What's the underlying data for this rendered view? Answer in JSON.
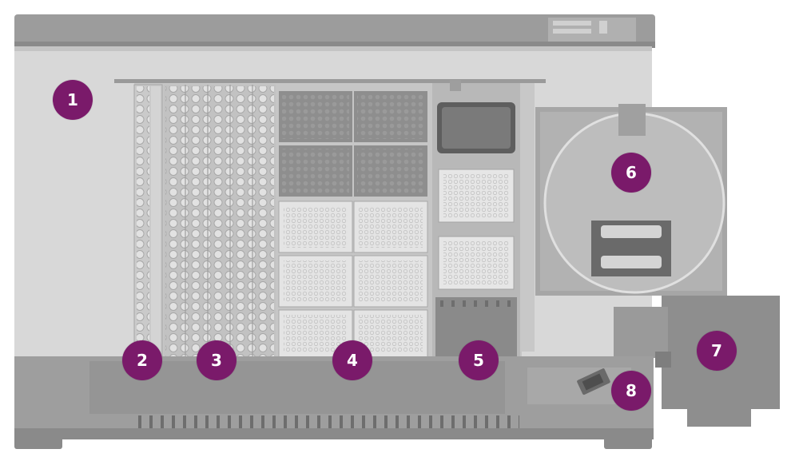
{
  "colors": {
    "callout": "#7a1a6a",
    "callout_text": "#ffffff",
    "instrument_light": "#d6d6d6",
    "instrument_mid": "#b4b4b4",
    "instrument_dark": "#8a8a8a"
  },
  "callouts": [
    {
      "id": "deck-area",
      "label": "1"
    },
    {
      "id": "narrow-rack",
      "label": "2"
    },
    {
      "id": "tube-racks",
      "label": "3"
    },
    {
      "id": "plate-positions",
      "label": "4"
    },
    {
      "id": "reagent-carrier",
      "label": "5"
    },
    {
      "id": "turntable",
      "label": "6"
    },
    {
      "id": "side-module",
      "label": "7"
    },
    {
      "id": "gripper-tool",
      "label": "8"
    }
  ]
}
